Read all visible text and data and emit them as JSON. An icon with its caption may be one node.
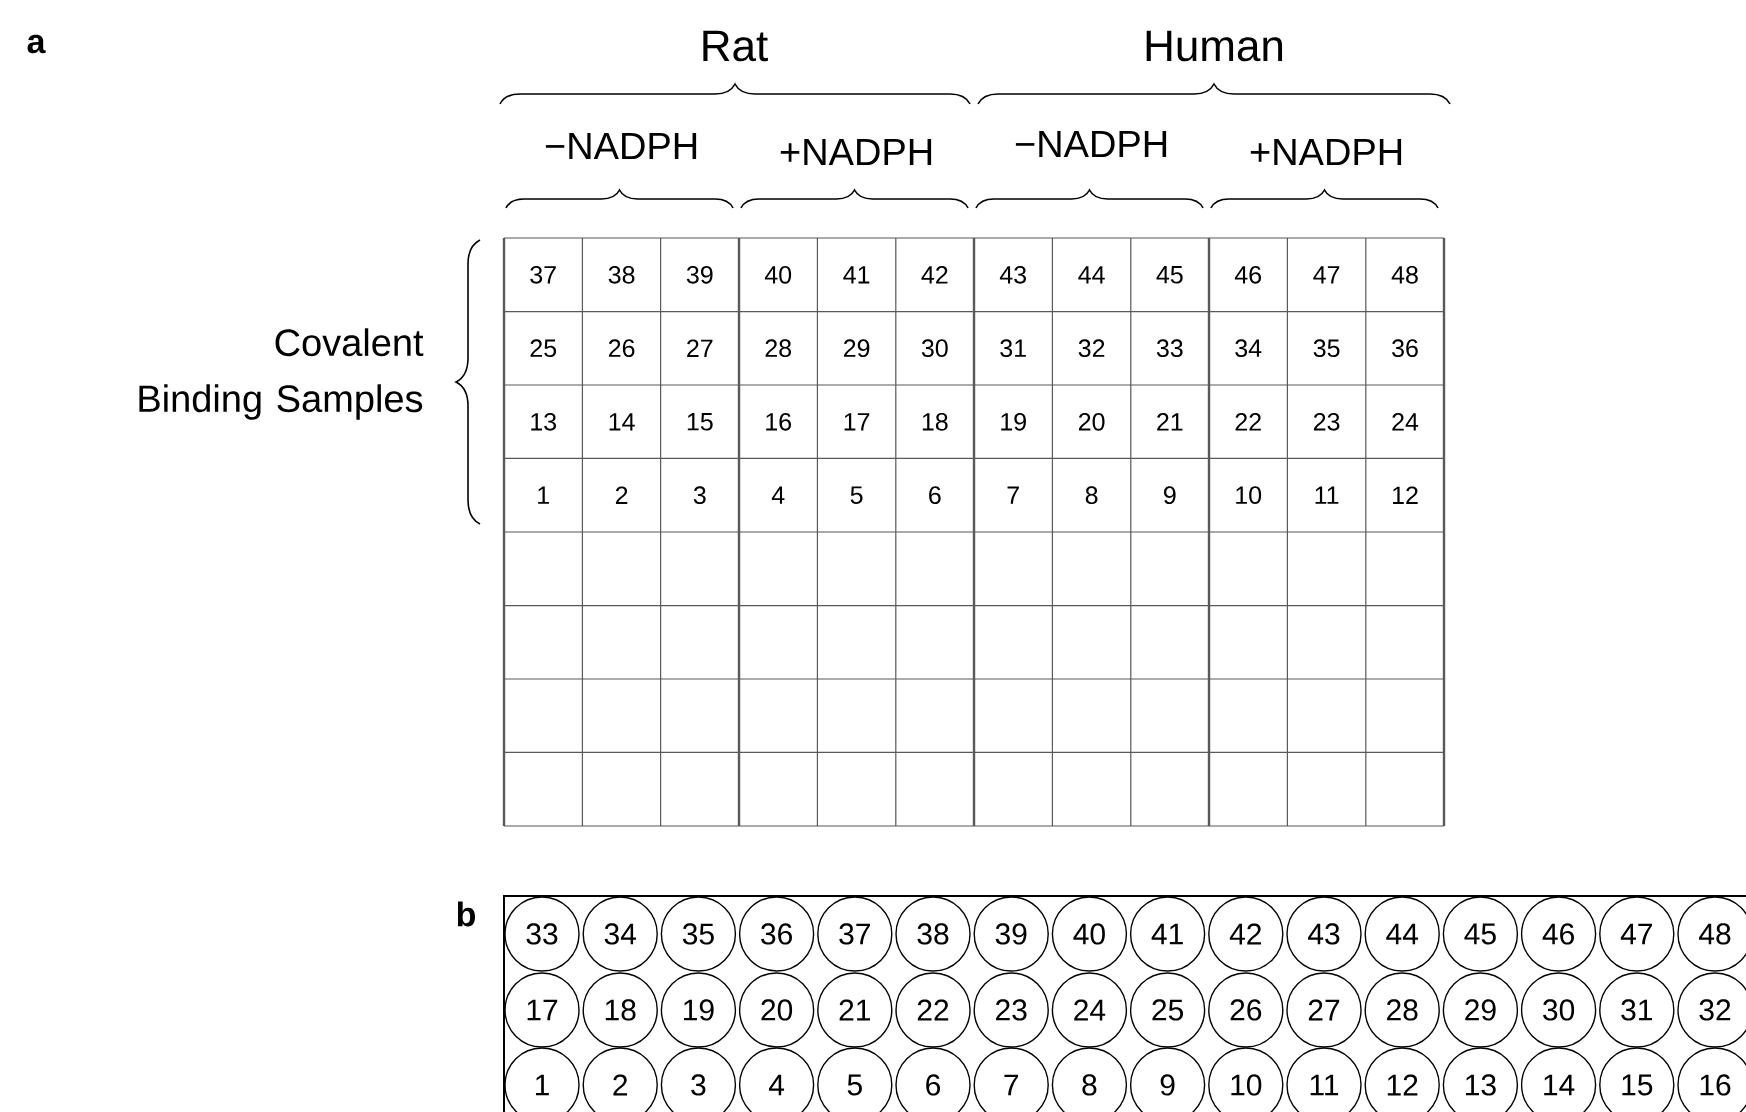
{
  "diagram": {
    "nodes": [
      {
        "text": [
          "33"
        ]
      },
      {
        "text": [
          "34"
        ]
      },
      {
        "text": [
          "35"
        ]
      },
      {
        "text": [
          "36"
        ]
      },
      {
        "text": [
          "37"
        ]
      },
      {
        "text": [
          "38"
        ]
      },
      {
        "text": [
          "39"
        ]
      },
      {
        "text": [
          "40"
        ]
      },
      {
        "text": [
          "41"
        ]
      },
      {
        "text": [
          "42"
        ]
      },
      {
        "text": [
          "43"
        ]
      },
      {
        "text": [
          "44"
        ]
      },
      {
        "text": [
          "45"
        ]
      },
      {
        "text": [
          "46"
        ]
      },
      {
        "text": [
          "47"
        ]
      },
      {
        "text": [
          "48"
        ]
      },
      {
        "text": [
          "17"
        ]
      },
      {
        "text": [
          "18"
        ]
      },
      {
        "text": [
          "19"
        ]
      },
      {
        "text": [
          "20"
        ]
      },
      {
        "text": [
          "21"
        ]
      },
      {
        "text": [
          "22"
        ]
      },
      {
        "text": [
          "23"
        ]
      },
      {
        "text": [
          "24"
        ]
      },
      {
        "text": [
          "25"
        ]
      },
      {
        "text": [
          "26"
        ]
      },
      {
        "text": [
          "27"
        ]
      },
      {
        "text": [
          "28"
        ]
      },
      {
        "text": [
          "29"
        ]
      },
      {
        "text": [
          "30"
        ]
      },
      {
        "text": [
          "31"
        ]
      },
      {
        "text": [
          "32"
        ]
      },
      {
        "text": [
          "1"
        ]
      },
      {
        "text": [
          "2"
        ]
      },
      {
        "text": [
          "3"
        ]
      },
      {
        "text": [
          "4"
        ]
      },
      {
        "text": [
          "5"
        ]
      },
      {
        "text": [
          "6"
        ]
      },
      {
        "text": [
          "7"
        ]
      },
      {
        "text": [
          "8"
        ]
      },
      {
        "text": [
          "9"
        ]
      },
      {
        "text": [
          "10"
        ]
      },
      {
        "text": [
          "11"
        ]
      },
      {
        "text": [
          "12"
        ]
      },
      {
        "text": [
          "13"
        ]
      },
      {
        "text": [
          "14"
        ]
      },
      {
        "text": [
          "15"
        ]
      },
      {
        "text": [
          "16"
        ]
      }
    ],
    "labels": [
      "a",
      "Rat",
      "Human",
      "−NADPH",
      "+NADPH",
      "−NADPH",
      "+NADPH",
      "Covalent Binding Samples",
      "37",
      "38",
      "39",
      "40",
      "41",
      "42",
      "43",
      "44",
      "45",
      "46",
      "47",
      "48",
      "25",
      "26",
      "27",
      "28",
      "29",
      "30",
      "31",
      "32",
      "33",
      "34",
      "35",
      "36",
      "13",
      "14",
      "15",
      "16",
      "17",
      "18",
      "19",
      "20",
      "21",
      "22",
      "23",
      "24",
      "1",
      "2",
      "3",
      "4",
      "5",
      "6",
      "7",
      "8",
      "9",
      "10",
      "11",
      "12",
      "b"
    ]
  }
}
